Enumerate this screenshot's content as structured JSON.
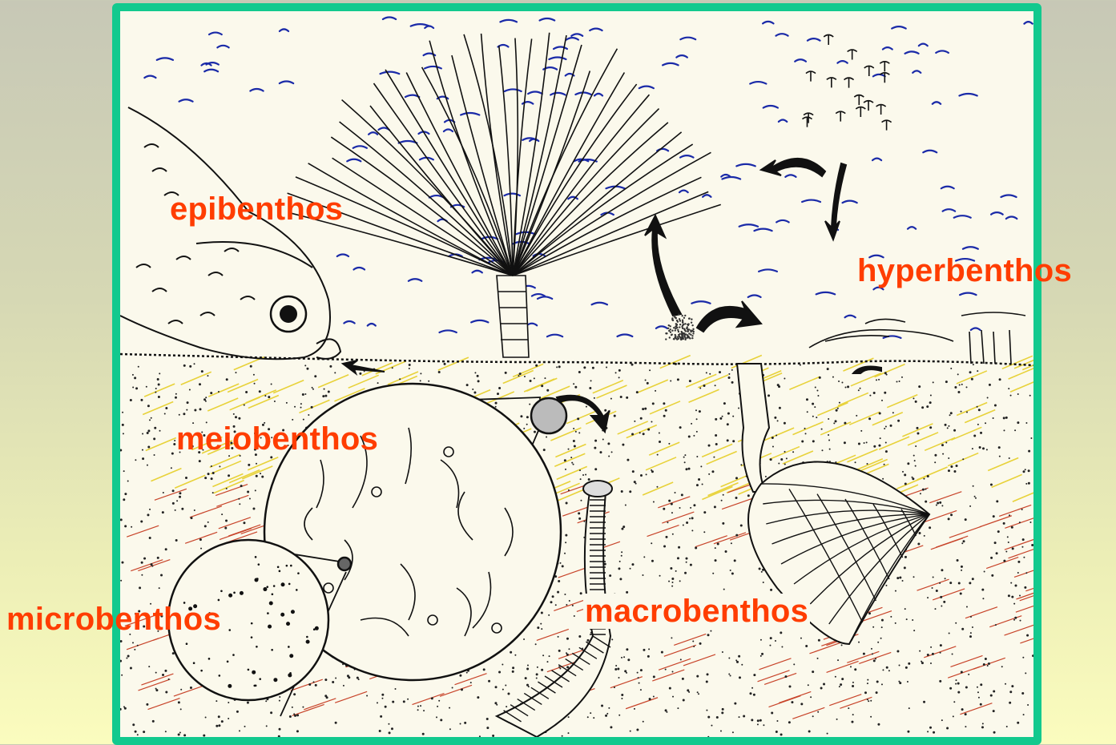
{
  "colors": {
    "frame_border": "#12c98e",
    "paper": "#fbf9ec",
    "label": "#ff3d00",
    "water_dash": "#1a2aa8",
    "sediment_yellow": "#e8d23a",
    "sediment_red": "#c8442a",
    "ink": "#111111"
  },
  "labels": {
    "epibenthos": "epibenthos",
    "hyperbenthos": "hyperbenthos",
    "meiobenthos": "meiobenthos",
    "macrobenthos": "macrobenthos",
    "microbenthos": "microbenthos"
  }
}
